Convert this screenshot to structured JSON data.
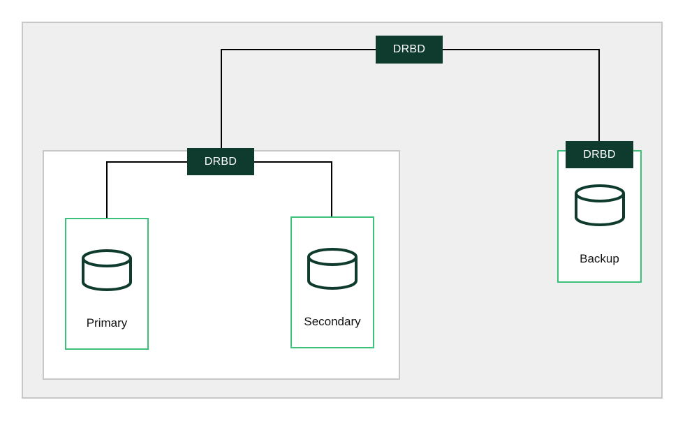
{
  "links": {
    "top_label": "DRBD",
    "local_label": "DRBD",
    "backup_label": "DRBD"
  },
  "nodes": {
    "primary": {
      "label": "Primary",
      "icon": "database-icon"
    },
    "secondary": {
      "label": "Secondary",
      "icon": "database-icon"
    },
    "backup": {
      "label": "Backup",
      "icon": "database-icon"
    }
  },
  "colors": {
    "tag_bg": "#0f3b2e",
    "node_border": "#3cc17a",
    "outer_bg": "#efefef",
    "line": "#000000"
  }
}
